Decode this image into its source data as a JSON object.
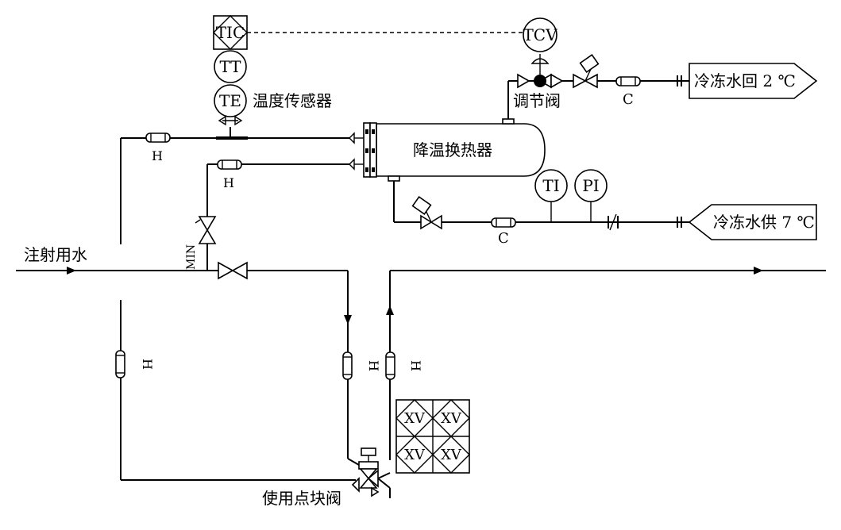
{
  "labels": {
    "tic": "TIC",
    "tt": "TT",
    "te": "TE",
    "temp_sensor": "温度传感器",
    "tcv": "TCV",
    "control_valve": "调节阀",
    "return_tag": "冷冻水回 2 ℃",
    "supply_tag": "冷冻水供 7 ℃",
    "exchanger": "降温换热器",
    "ti": "TI",
    "pi": "PI",
    "wfi": "注射用水",
    "min": "MIN",
    "point_valve": "使用点块阀",
    "h": "H",
    "c": "C",
    "xv": "XV"
  },
  "colors": {
    "line": "#000000",
    "background": "#ffffff"
  },
  "icons": [
    "instrument-bubble",
    "diaphragm-valve",
    "control-valve",
    "check-valve",
    "flow-arrow",
    "hose-connector",
    "off-page-connector",
    "heat-exchanger",
    "block-valve",
    "shared-display"
  ]
}
